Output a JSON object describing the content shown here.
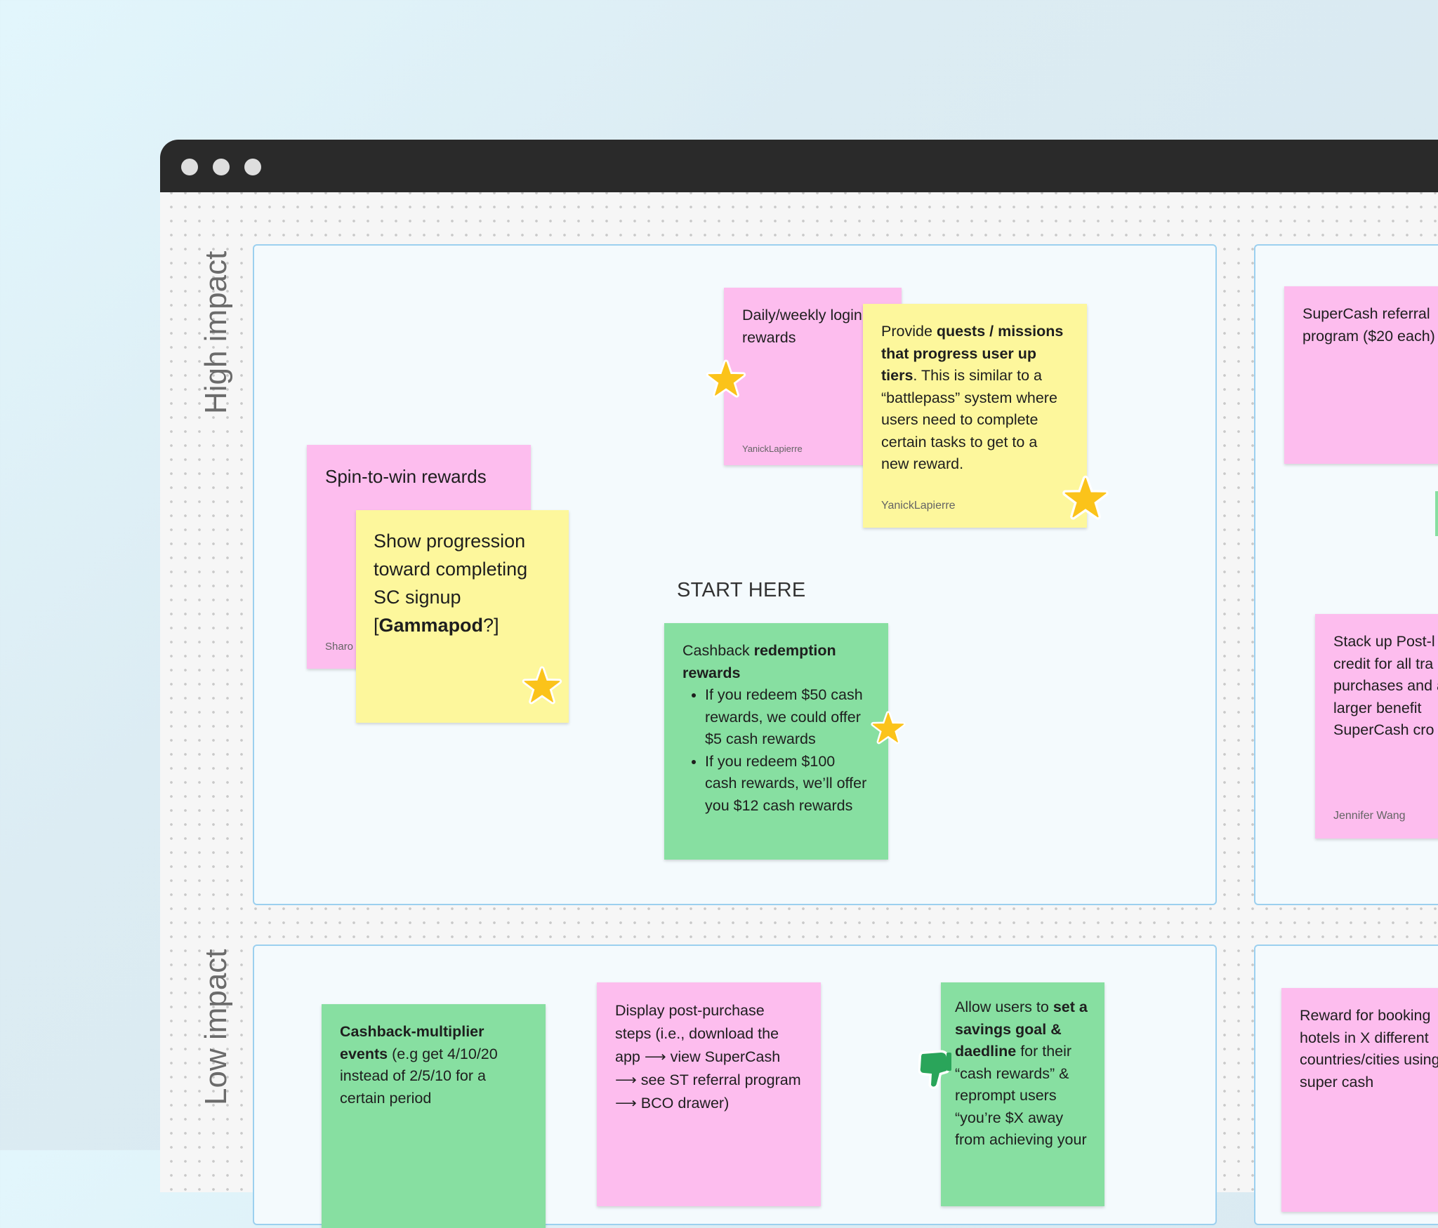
{
  "board": {
    "row_labels": {
      "high": "High impact",
      "low": "Low impact"
    },
    "start_here": "START HERE"
  },
  "stickies": {
    "spin": {
      "text": "Spin-to-win rewards",
      "author": "Sharo"
    },
    "progression": {
      "text_pre": "Show progression toward completing SC signup [",
      "text_bold": "Gammapod",
      "text_post": "?]"
    },
    "daily": {
      "text": "Daily/weekly login rewards",
      "author": "YanickLapierre"
    },
    "quests": {
      "pre": "Provide ",
      "bold": "quests / missions that progress user up tiers",
      "post": ". This is similar to  a “battlepass” system where users need to complete certain tasks to get to a new reward.",
      "author": "YanickLapierre"
    },
    "cashback": {
      "pre": "Cashback ",
      "bold": "redemption rewards",
      "bullets": [
        "If you redeem $50 cash rewards, we could offer $5 cash rewards",
        "If you redeem $100 cash rewards, we’ll offer you $12 cash rewards"
      ]
    },
    "referral": {
      "text": "SuperCash referral program ($20 each)"
    },
    "stack": {
      "text": "Stack up Post-l credit for all tra purchases and a larger benefit SuperCash cro",
      "author": "Jennifer Wang"
    },
    "multiplier": {
      "bold": "Cashback-multiplier events",
      "post": " (e.g get 4/10/20 instead of 2/5/10 for a certain period"
    },
    "display": {
      "text": "Display post-purchase steps (i.e., download the app ⟶ view  SuperCash ⟶ see ST referral program ⟶  BCO drawer)"
    },
    "savings": {
      "pre": "Allow users to ",
      "bold": "set a savings goal & daedline",
      "post": " for their “cash rewards” & reprompt users “you’re $X away from achieving your"
    },
    "hotels": {
      "text": "Reward for booking hotels in X different countries/cities using super cash"
    }
  },
  "colors": {
    "pink": "#fdbdee",
    "yellow": "#fdf79c",
    "green": "#87dfa1",
    "star": "#fbc31a",
    "section_border": "#9cd0ef"
  }
}
